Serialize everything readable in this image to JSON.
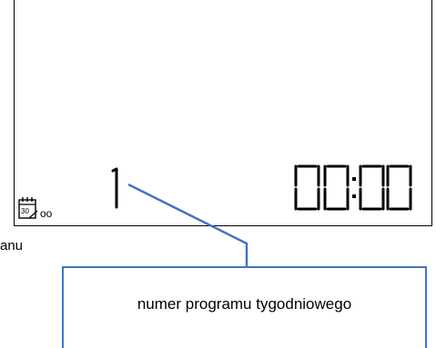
{
  "display": {
    "program_digit": "1",
    "time": "00:00",
    "indicator": "oo"
  },
  "icons": {
    "calendar": "calendar-icon",
    "calendar_text": "30"
  },
  "annotation": {
    "left_fragment": "anu",
    "callout_label": "numer programu tygodniowego"
  },
  "colors": {
    "callout": "#4472C4",
    "lcd_segments": "#000000"
  }
}
